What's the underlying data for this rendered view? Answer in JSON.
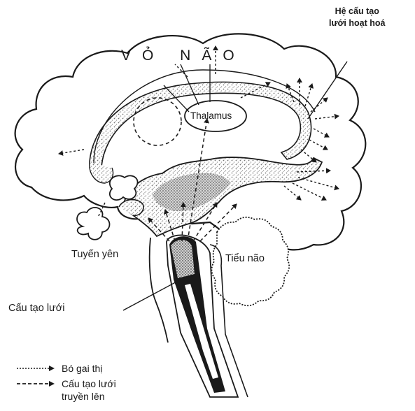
{
  "labels": {
    "cortex": "VỎ NÃO",
    "reticular_activating_system": [
      "Hệ cấu tạo",
      "lưới hoạt hoá"
    ],
    "thalamus": "Thalamus",
    "pituitary": "Tuyến yên",
    "cerebellum": "Tiểu não",
    "reticular_formation": "Cấu tạo lưới"
  },
  "legend": {
    "items": [
      {
        "style": "fine-dashed-arrow",
        "text": [
          "Bó gai thị"
        ]
      },
      {
        "style": "coarse-dashed-arrow",
        "text": [
          "Cấu tạo lưới",
          "truyền lên"
        ]
      }
    ]
  },
  "colors": {
    "ink": "#1a1a1a",
    "stipple": "#9a9a9a",
    "background": "#ffffff"
  }
}
